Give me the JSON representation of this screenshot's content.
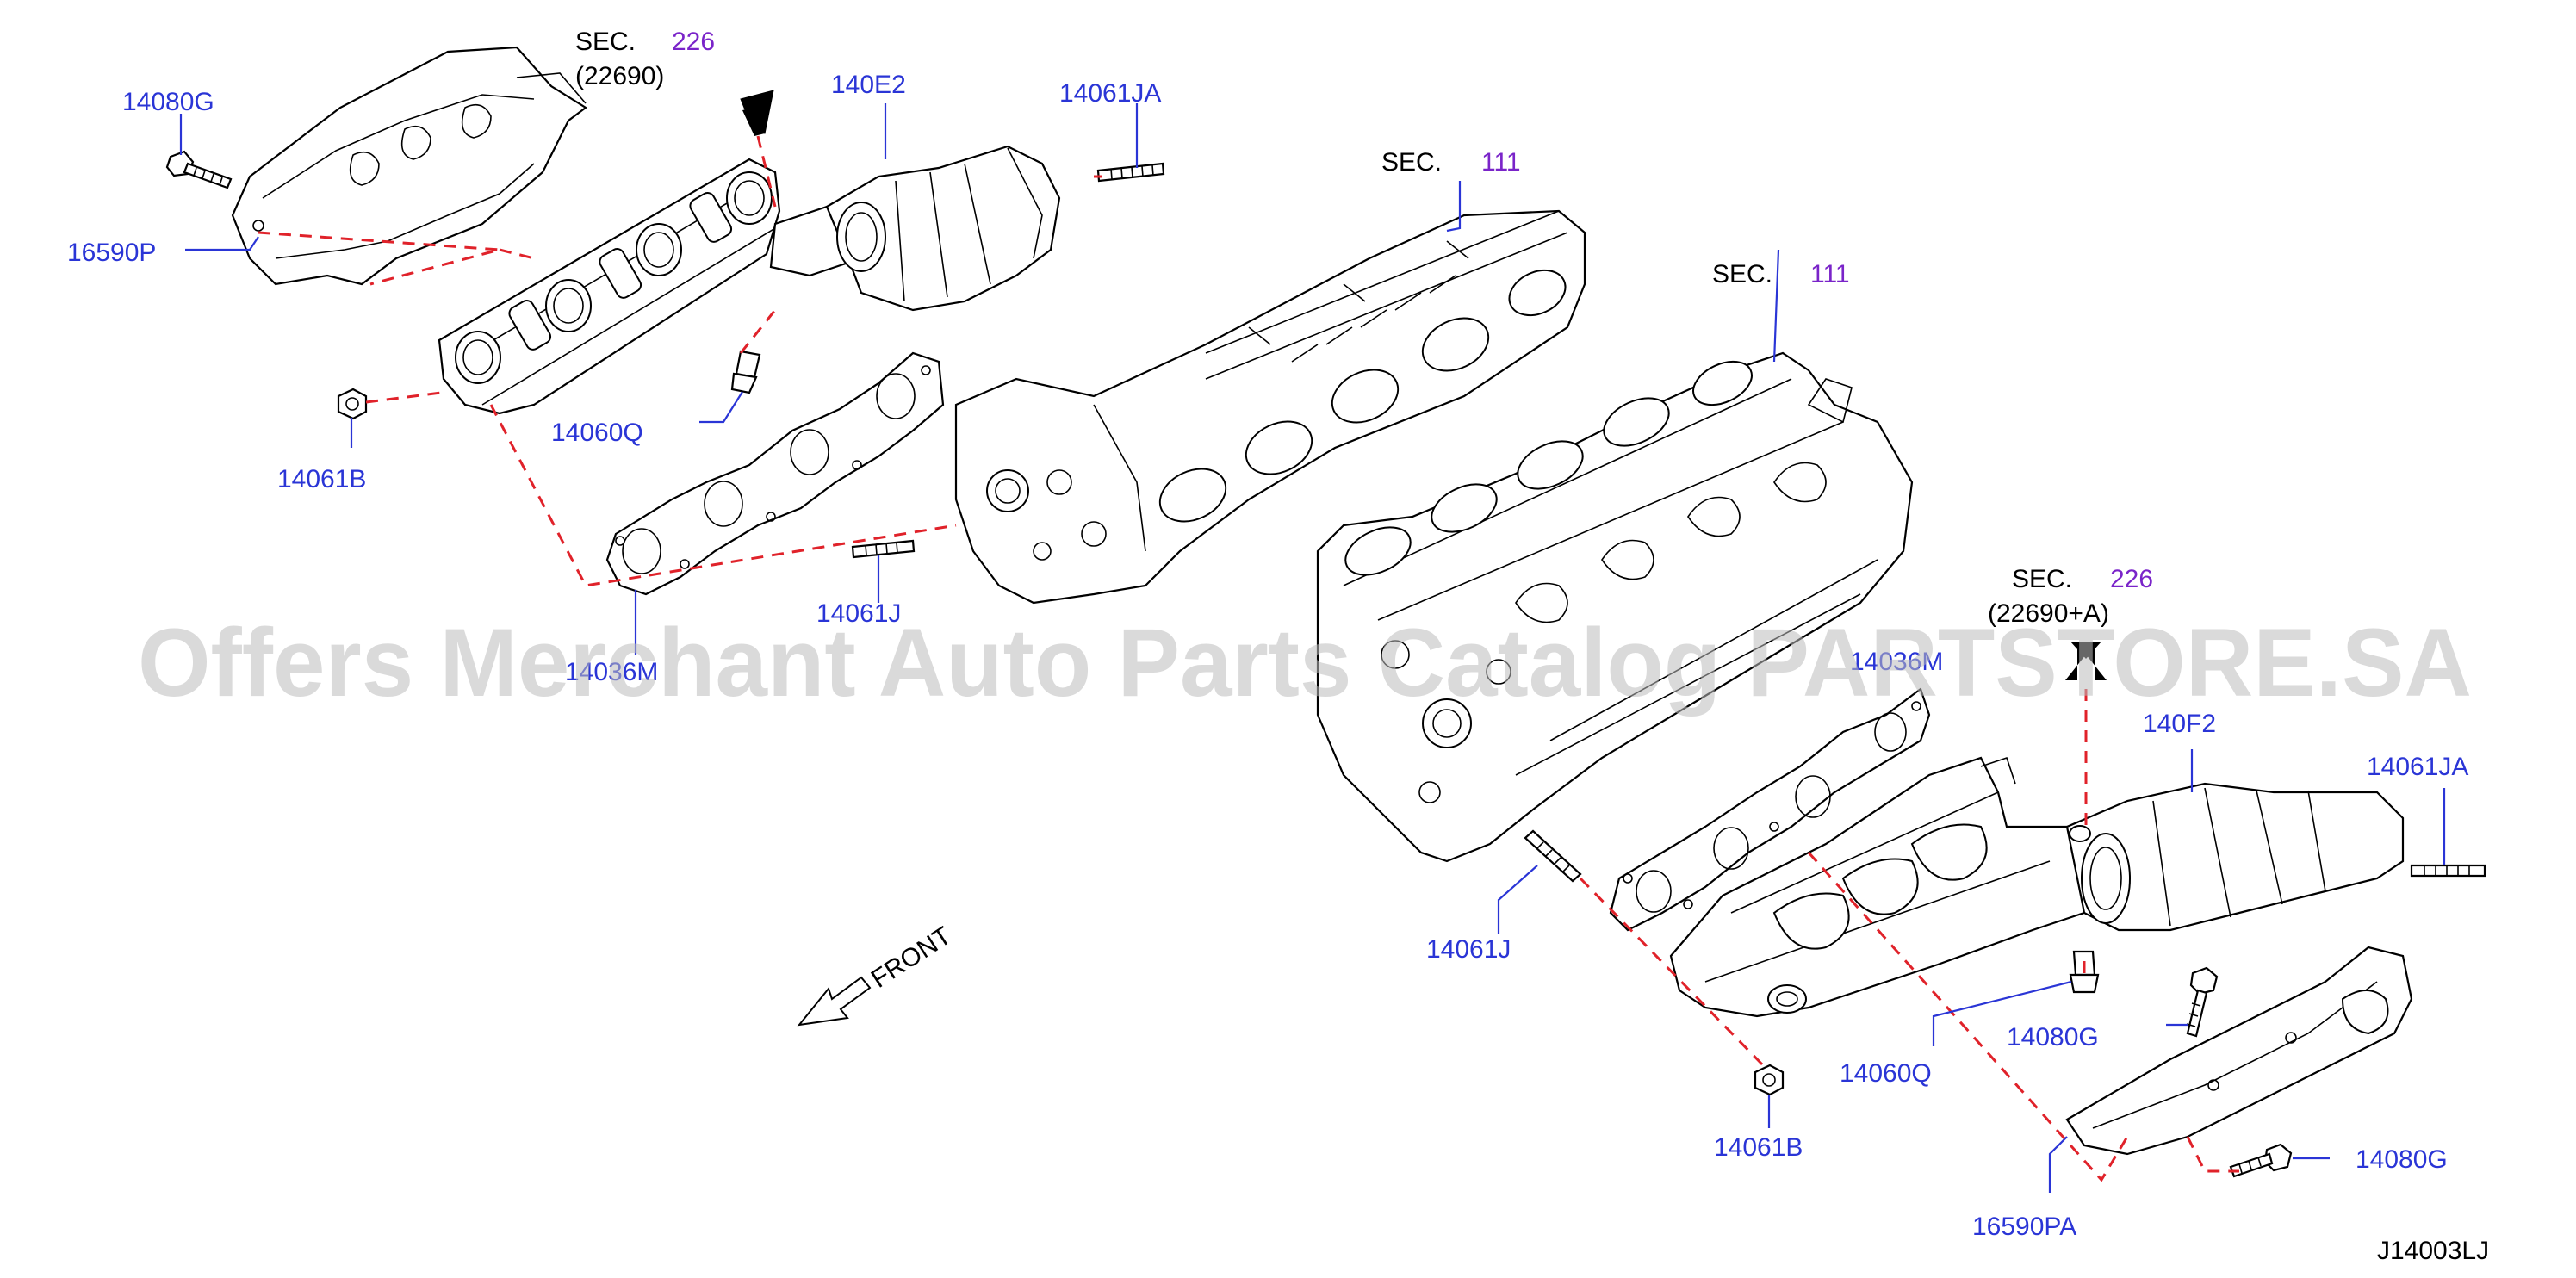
{
  "diagram": {
    "watermark": "Offers Merchant Auto Parts Catalog PARTSTORE.SA",
    "diagram_code": "J14003LJ",
    "front_label": "FRONT",
    "section_refs": [
      {
        "prefix": "SEC.",
        "number": "226",
        "sub": "(22690)"
      },
      {
        "prefix": "SEC.",
        "number": "111",
        "sub": ""
      },
      {
        "prefix": "SEC.",
        "number": "111",
        "sub": ""
      },
      {
        "prefix": "SEC.",
        "number": "226",
        "sub": "(22690+A)"
      }
    ],
    "callouts": {
      "c14080G_left": "14080G",
      "c16590P": "16590P",
      "c140E2": "140E2",
      "c14061JA_left": "14061JA",
      "c14060Q_left": "14060Q",
      "c14061B_left": "14061B",
      "c14061J_left": "14061J",
      "c14036M_left": "14036M",
      "c14036M_right": "14036M",
      "c140F2": "140F2",
      "c14061JA_right": "14061JA",
      "c14061J_right": "14061J",
      "c14080G_mid": "14080G",
      "c14060Q_right": "14060Q",
      "c14061B_right": "14061B",
      "c14080G_right": "14080G",
      "c16590PA": "16590PA"
    },
    "colors": {
      "callout": "#2a35d6",
      "section_number": "#7a24c9",
      "dashed_line": "#e0222a",
      "watermark": "#bcbcbc"
    }
  }
}
